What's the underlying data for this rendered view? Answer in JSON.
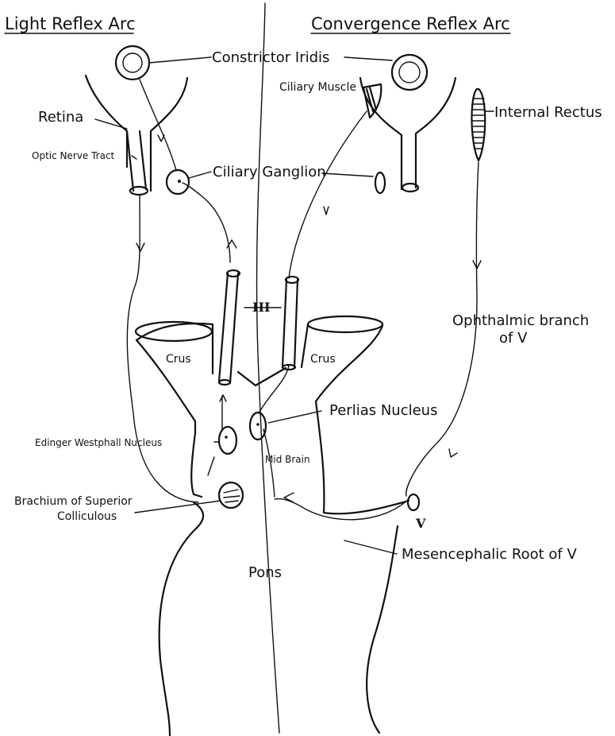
{
  "titles": {
    "left": "Light Reflex Arc",
    "right": "Convergence Reflex Arc"
  },
  "labels": {
    "constrictor_iridis": "Constrictor Iridis",
    "ciliary_muscle": "Ciliary Muscle",
    "internal_rectus": "Internal Rectus",
    "retina": "Retina",
    "optic_nerve_tract": "Optic Nerve Tract",
    "ciliary_ganglion": "Ciliary Ganglion",
    "nerve_III": "III",
    "ophthalmic_branch_line1": "Ophthalmic branch",
    "ophthalmic_branch_line2": "of V",
    "crus_left": "Crus",
    "crus_right": "Crus",
    "perlias_nucleus": "Perlias Nucleus",
    "edinger_westphall_nucleus": "Edinger Westphall Nucleus",
    "mid_brain": "Mid Brain",
    "brachium_line1": "Brachium of Superior",
    "brachium_line2": "Colliculous",
    "nerve_V": "V",
    "mesencephalic_root": "Mesencephalic Root of V",
    "pons": "Pons"
  }
}
